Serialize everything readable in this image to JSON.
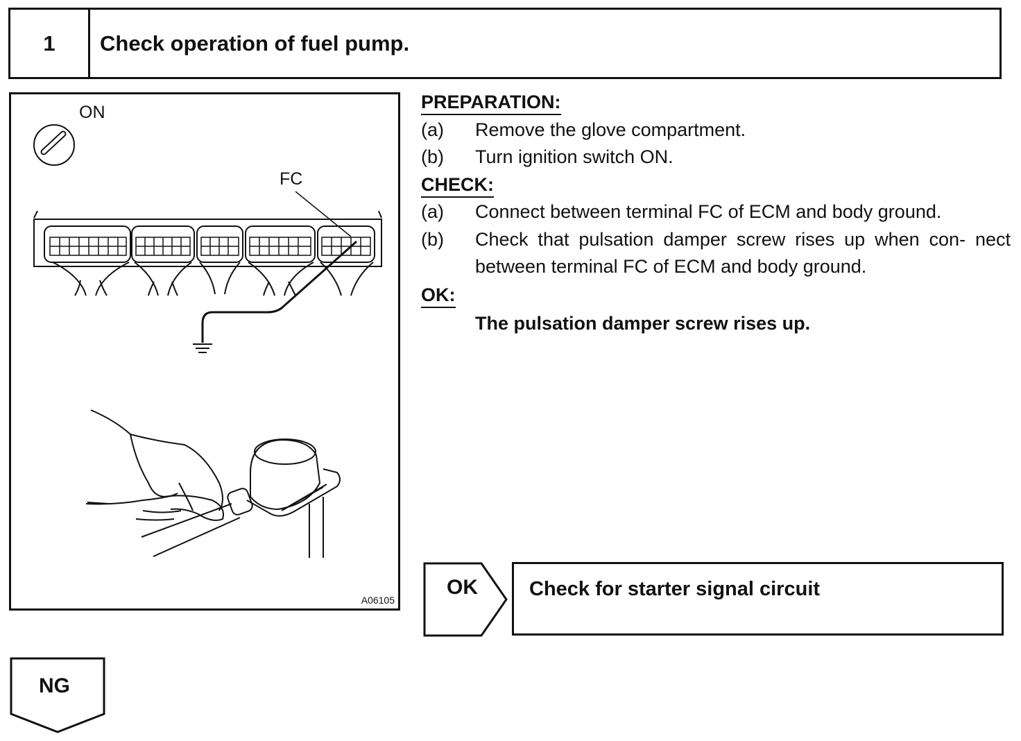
{
  "step": {
    "number": "1",
    "title": "Check operation of fuel pump."
  },
  "figure": {
    "label_on": "ON",
    "label_fc": "FC",
    "code": "A06105"
  },
  "preparation": {
    "heading": "PREPARATION:",
    "items": [
      {
        "label": "(a)",
        "text": "Remove the glove compartment."
      },
      {
        "label": "(b)",
        "text": "Turn ignition switch ON."
      }
    ]
  },
  "check": {
    "heading": "CHECK:",
    "items": [
      {
        "label": "(a)",
        "text": "Connect between terminal FC of ECM and body ground."
      },
      {
        "label": "(b)",
        "text": "Check that pulsation damper screw rises up when con- nect between terminal FC of ECM and body ground."
      }
    ]
  },
  "ok": {
    "heading": "OK:",
    "result": "The pulsation damper screw rises up."
  },
  "flow": {
    "ok_label": "OK",
    "ok_action": "Check for starter signal circuit",
    "ng_label": "NG"
  }
}
